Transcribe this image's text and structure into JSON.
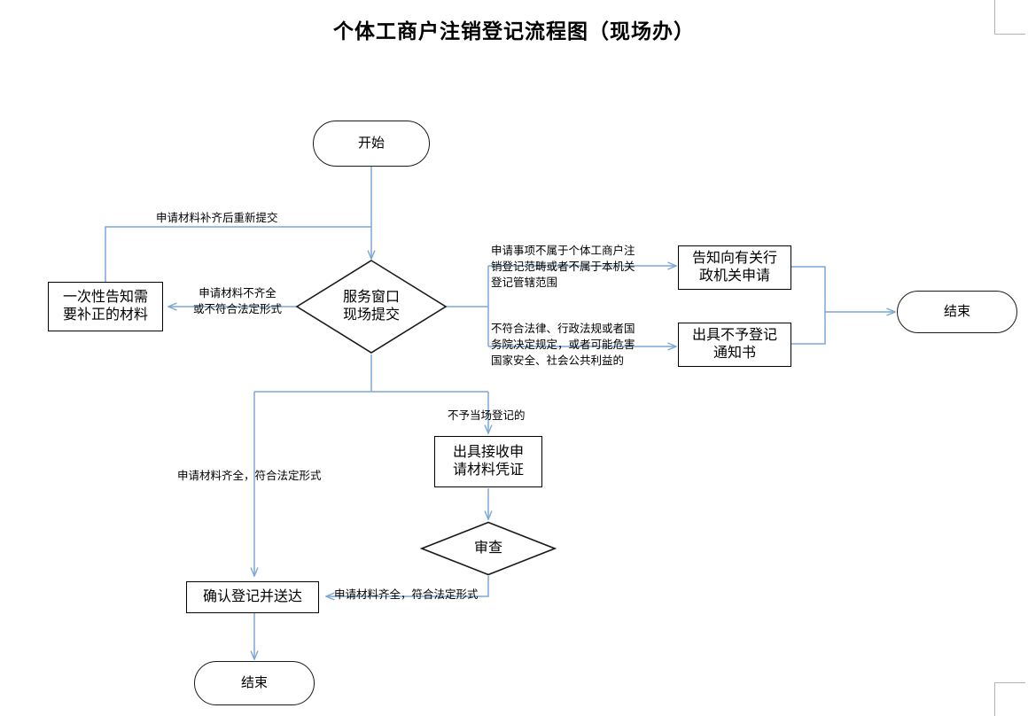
{
  "title": "个体工商户注销登记流程图（现场办）",
  "colors": {
    "connector": "#7BA7D7",
    "node_border": "#000000",
    "terminator_border": "#1a1a1a",
    "text": "#000000",
    "background": "#ffffff",
    "crop_mark": "#b4b4b4"
  },
  "nodes": {
    "start": {
      "label": "开始",
      "type": "terminator"
    },
    "notify_correction": {
      "label": "一次性告知需\n要补正的材料",
      "type": "process"
    },
    "window_submit": {
      "label": "服务窗口\n现场提交",
      "type": "decision"
    },
    "notify_other_agency": {
      "label": "告知向有关行\n政机关申请",
      "type": "process"
    },
    "refusal_notice": {
      "label": "出具不予登记\n通知书",
      "type": "process"
    },
    "end_right": {
      "label": "结束",
      "type": "terminator"
    },
    "receipt_voucher": {
      "label": "出具接收申\n请材料凭证",
      "type": "process"
    },
    "review": {
      "label": "审查",
      "type": "decision"
    },
    "confirm_register": {
      "label": "确认登记并送达",
      "type": "process"
    },
    "end_bottom": {
      "label": "结束",
      "type": "terminator"
    }
  },
  "edge_labels": {
    "resubmit": "申请材料补齐后重新提交",
    "incomplete": "申请材料不齐全\n或不符合法定形式",
    "out_of_scope": "申请事项不属于个体工商户注\n销登记范畴或者不属于本机关\n登记管辖范围",
    "illegal": "不符合法律、行政法规或者国\n务院决定规定，或者可能危害\n国家安全、社会公共利益的",
    "not_onsite": "不予当场登记的",
    "complete_left": "申请材料齐全，符合法定形式",
    "complete_bottom": "申请材料齐全，符合法定形式"
  }
}
